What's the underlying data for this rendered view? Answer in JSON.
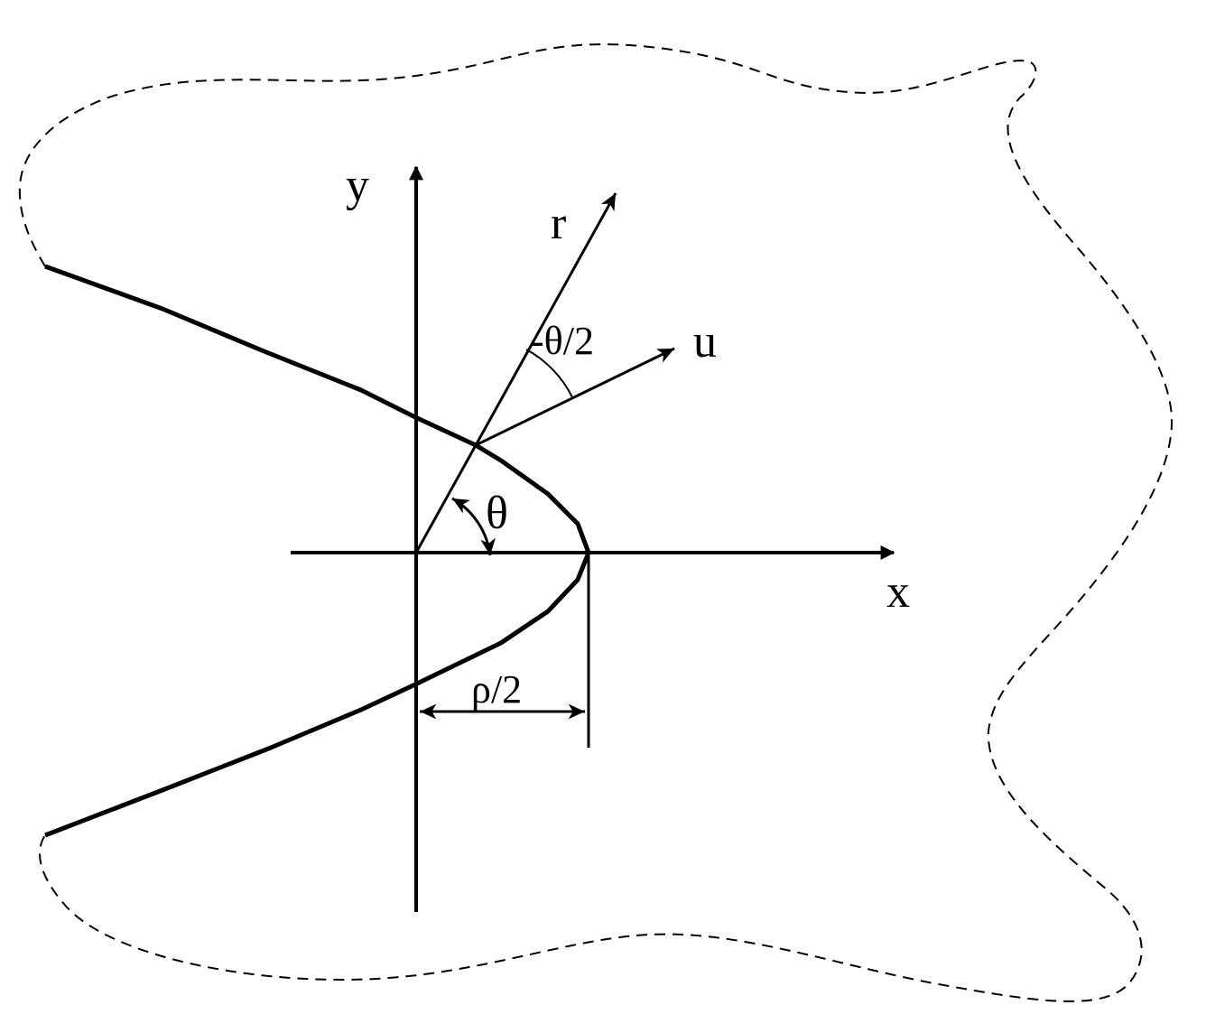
{
  "labels": {
    "y_axis": "y",
    "x_axis": "x",
    "r_axis": "r",
    "u_vector": "u",
    "half_angle": "-θ/2",
    "theta": "θ",
    "rho_half": "ρ/2"
  },
  "colors": {
    "stroke": "#000000",
    "background": "#ffffff"
  }
}
